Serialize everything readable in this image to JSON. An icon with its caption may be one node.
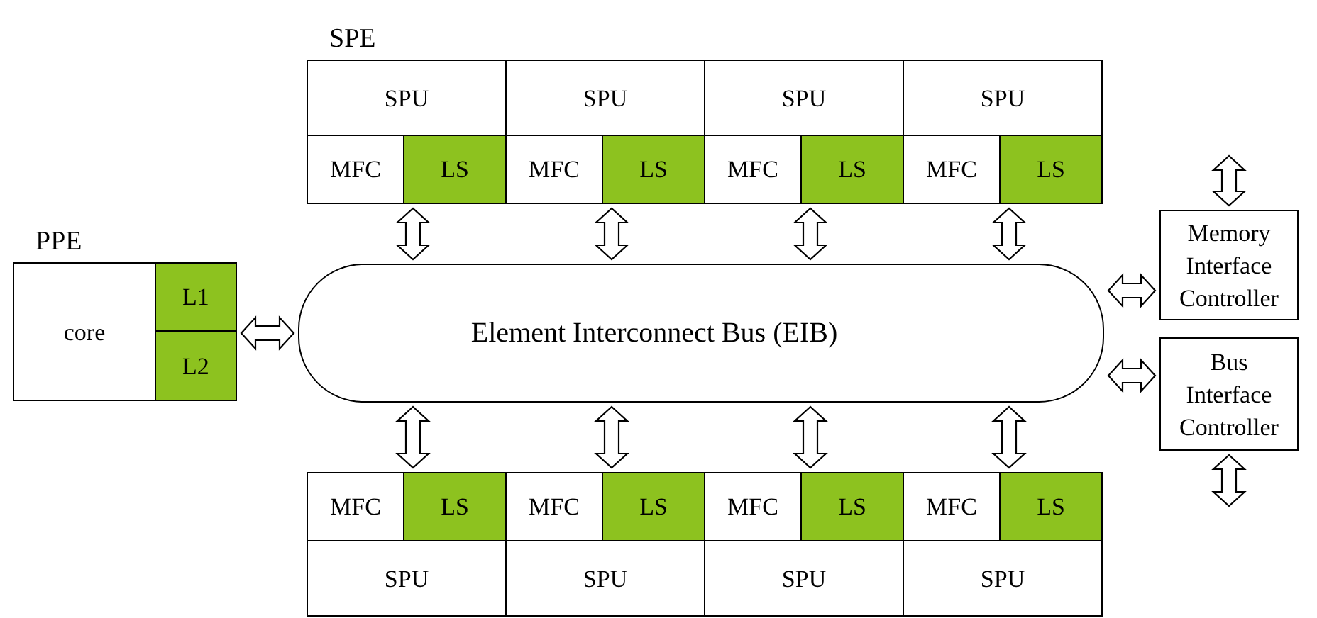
{
  "diagram": {
    "nodes": [
      {
        "text": [
          "PPE"
        ]
      },
      {
        "text": [
          "core"
        ],
        "in": 0
      },
      {
        "text": [
          "L1"
        ],
        "in": 0
      },
      {
        "text": [
          "L2"
        ],
        "in": 0
      },
      {
        "text": [
          "Element Interconnect Bus (EIB)"
        ]
      },
      {
        "text": [
          "SPE"
        ]
      },
      {
        "text": [
          "SPU"
        ],
        "in": 5
      },
      {
        "text": [
          "MFC"
        ],
        "in": 5
      },
      {
        "text": [
          "LS"
        ],
        "in": 5
      },
      {
        "text": [],
        "shape": "box"
      },
      {
        "text": [
          "SPU"
        ],
        "in": 9
      },
      {
        "text": [
          "MFC"
        ],
        "in": 9
      },
      {
        "text": [
          "LS"
        ],
        "in": 9
      },
      {
        "text": [],
        "shape": "box"
      },
      {
        "text": [
          "SPU"
        ],
        "in": 13
      },
      {
        "text": [
          "MFC"
        ],
        "in": 13
      },
      {
        "text": [
          "LS"
        ],
        "in": 13
      },
      {
        "text": [],
        "shape": "box"
      },
      {
        "text": [
          "SPU"
        ],
        "in": 17
      },
      {
        "text": [
          "MFC"
        ],
        "in": 17
      },
      {
        "text": [
          "LS"
        ],
        "in": 17
      },
      {
        "text": [],
        "shape": "box"
      },
      {
        "text": [
          "MFC"
        ],
        "in": 21
      },
      {
        "text": [
          "LS"
        ],
        "in": 21
      },
      {
        "text": [
          "SPU"
        ],
        "in": 21
      },
      {
        "text": [],
        "shape": "box"
      },
      {
        "text": [
          "MFC"
        ],
        "in": 25
      },
      {
        "text": [
          "LS"
        ],
        "in": 25
      },
      {
        "text": [
          "SPU"
        ],
        "in": 25
      },
      {
        "text": [],
        "shape": "box"
      },
      {
        "text": [
          "MFC"
        ],
        "in": 29
      },
      {
        "text": [
          "LS"
        ],
        "in": 29
      },
      {
        "text": [
          "SPU"
        ],
        "in": 29
      },
      {
        "text": [],
        "shape": "box"
      },
      {
        "text": [
          "MFC"
        ],
        "in": 33
      },
      {
        "text": [
          "LS"
        ],
        "in": 33
      },
      {
        "text": [
          "SPU"
        ],
        "in": 33
      },
      {
        "text": [
          "Memory Interface Controller"
        ]
      },
      {
        "text": [
          "Bus Interface Controller"
        ]
      }
    ],
    "edges": [
      {
        "from": 0,
        "to": 4,
        "arrow": "both"
      },
      {
        "from": 5,
        "to": 4,
        "arrow": "both"
      },
      {
        "from": 9,
        "to": 4,
        "arrow": "both"
      },
      {
        "from": 13,
        "to": 4,
        "arrow": "both"
      },
      {
        "from": 17,
        "to": 4,
        "arrow": "both"
      },
      {
        "from": 4,
        "to": 21,
        "arrow": "both"
      },
      {
        "from": 4,
        "to": 25,
        "arrow": "both"
      },
      {
        "from": 4,
        "to": 29,
        "arrow": "both"
      },
      {
        "from": 4,
        "to": 33,
        "arrow": "both"
      },
      {
        "from": 4,
        "to": 37,
        "arrow": "both"
      },
      {
        "from": 4,
        "to": 38,
        "arrow": "both"
      },
      {
        "from": null,
        "to": 37,
        "arrow": "both"
      },
      {
        "from": 38,
        "to": null,
        "arrow": "both"
      }
    ]
  }
}
